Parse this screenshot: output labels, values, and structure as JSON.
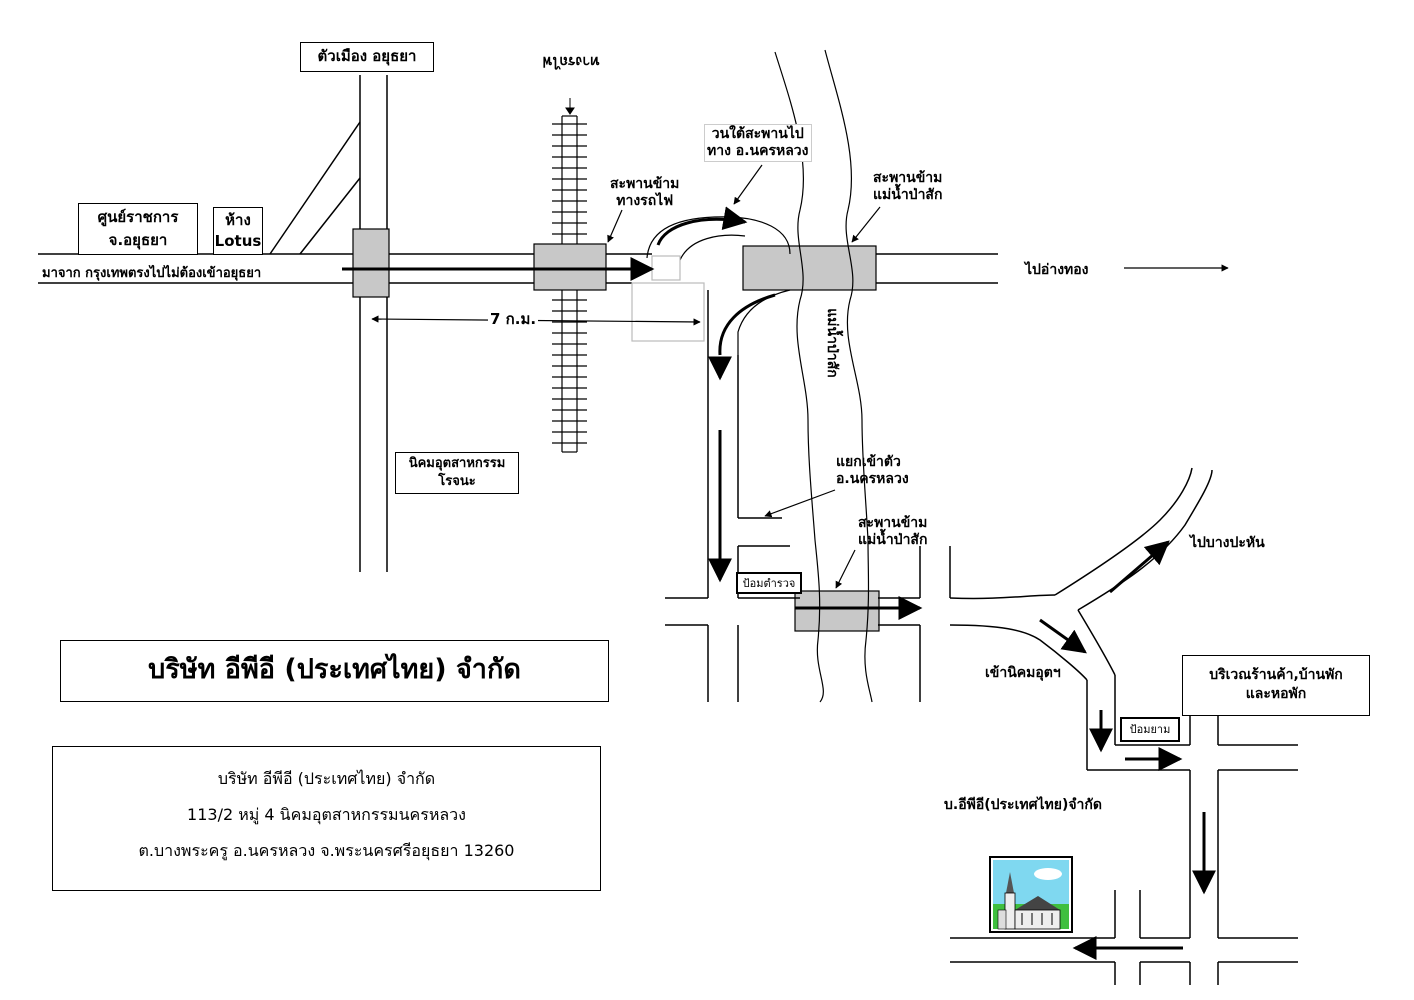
{
  "labels": {
    "city": "ตัวเมือง อยุธยา",
    "gov_center_1": "ศูนย์ราชการ",
    "gov_center_2": "จ.อยุธยา",
    "lotus_1": "ห้าง",
    "lotus_2": "Lotus",
    "from_bangkok": "มาจาก กรุงเทพตรงไปไม่ต้องเข้าอยุธยา",
    "distance": "7 ก.ม.",
    "railway": "ทางรถไฟ",
    "rail_bridge_1": "สะพานข้าม",
    "rail_bridge_2": "ทางรถไฟ",
    "uturn_1": "วนใต้สะพานไป",
    "uturn_2": "ทาง อ.นครหลวง",
    "river_bridge_1": "สะพานข้าม",
    "river_bridge_2": "แม่น้ำป่าสัก",
    "to_angthong": "ไปอ่างทอง",
    "river": "แม่น้ำป่าสัก",
    "rojana_1": "นิคมอุตสาหกรรม",
    "rojana_2": "โรจนะ",
    "nakhon_luang_junction_1": "แยกเข้าตัว",
    "nakhon_luang_junction_2": "อ.นครหลวง",
    "river_bridge2_1": "สะพานข้าม",
    "river_bridge2_2": "แม่น้ำป่าสัก",
    "police_box": "ป้อมตำรวจ",
    "to_bang_pahan": "ไปบางปะหัน",
    "to_estate": "เข้านิคมอุตฯ",
    "shops_1": "บริเวณร้านค้า,บ้านพัก",
    "shops_2": "และหอพัก",
    "guard_box": "ป้อมยาม",
    "epe_label": "บ.อีพีอี(ประเทศไทย)จำกัด"
  },
  "company": {
    "title": "บริษัท อีพีอี (ประเทศไทย) จำกัด",
    "address_name": "บริษัท อีพีอี (ประเทศไทย) จำกัด",
    "address_line1": "113/2 หมู่ 4 นิคมอุตสาหกรรมนครหลวง",
    "address_line2": "ต.บางพระครู อ.นครหลวง จ.พระนครศรีอยุธยา 13260"
  },
  "colors": {
    "bridge_fill": "#c8c8c8",
    "sky": "#7fd8f0",
    "grass": "#3fbf3f"
  }
}
